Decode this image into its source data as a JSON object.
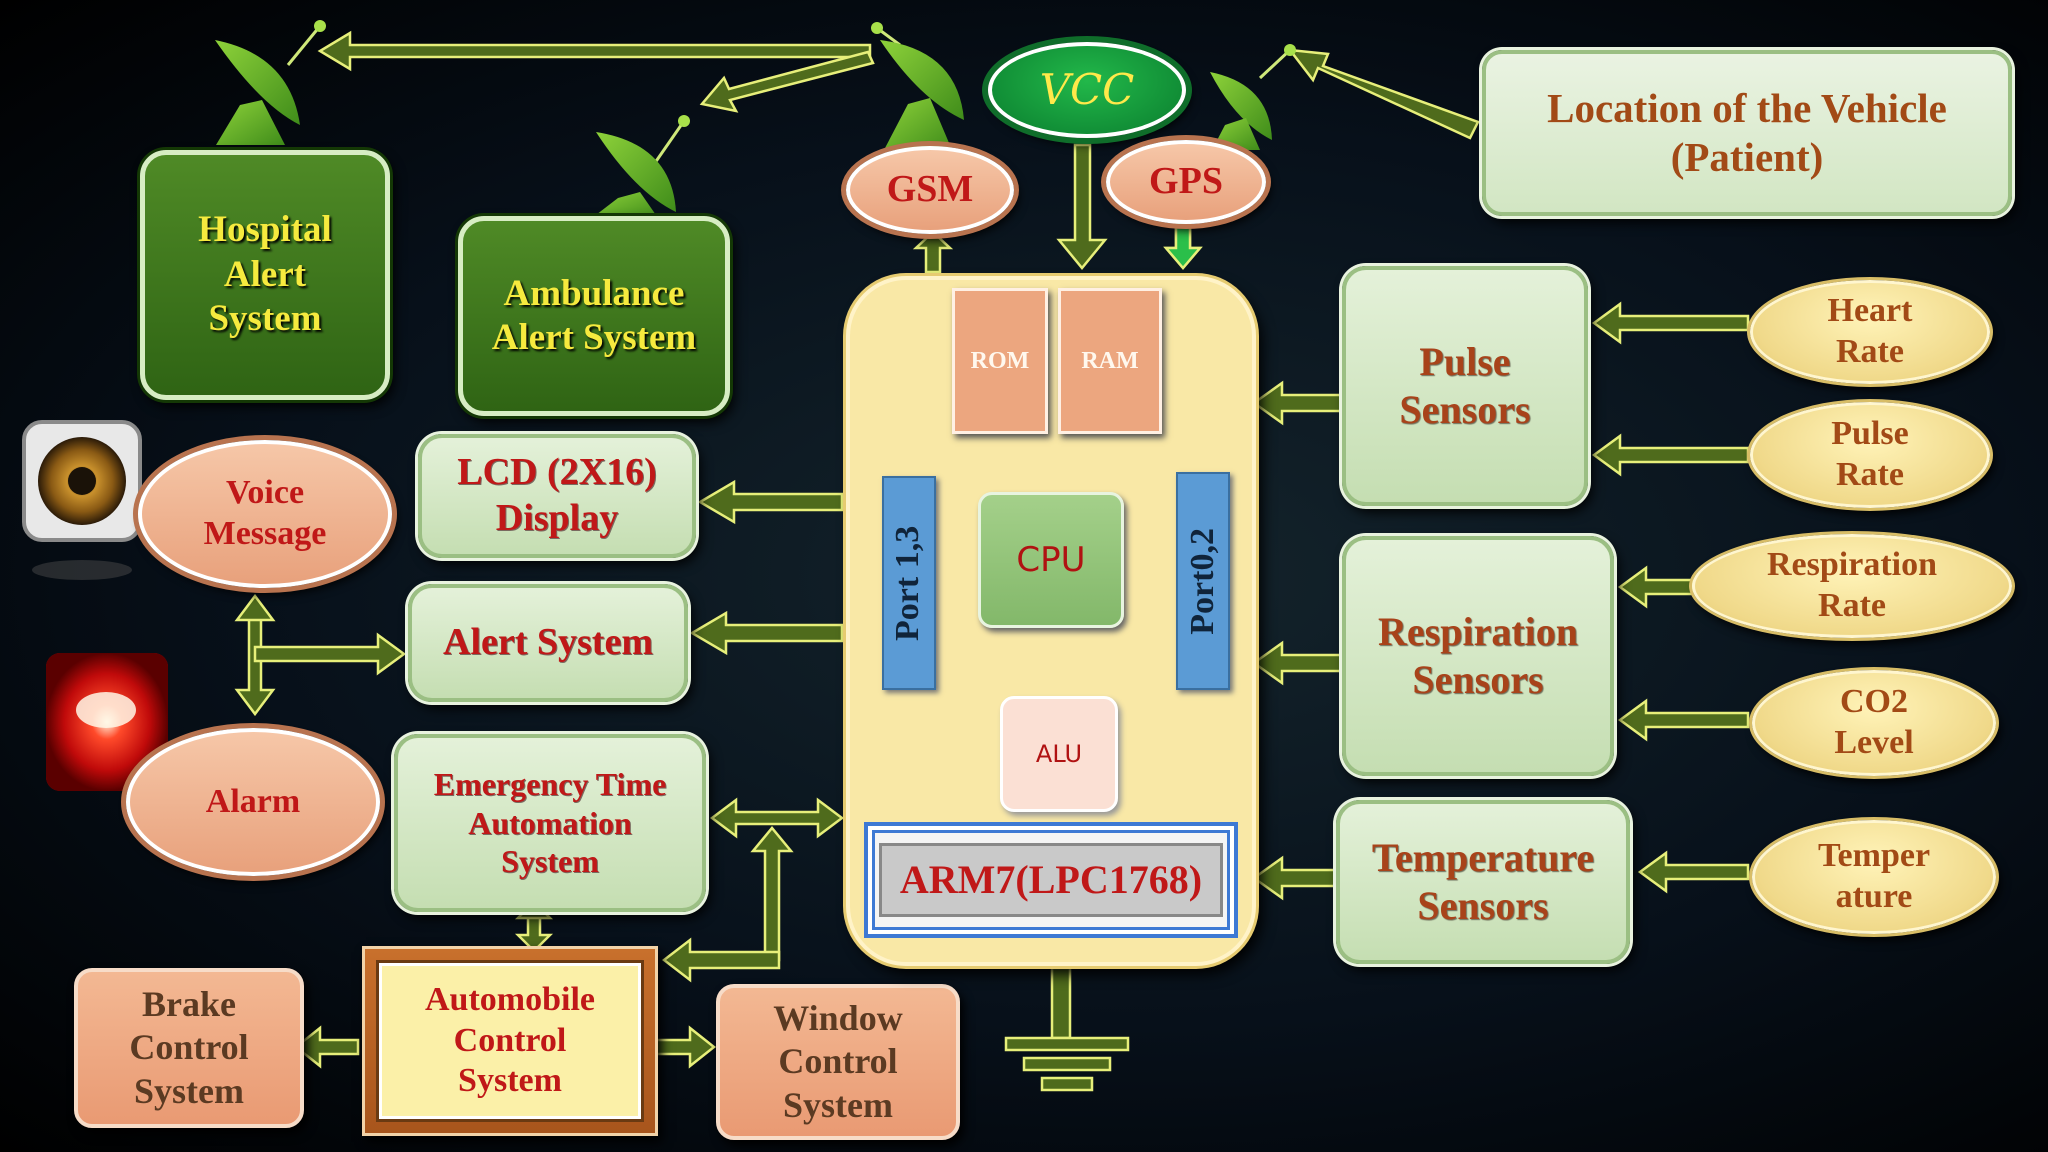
{
  "hospital_alert": "Hospital\nAlert\nSystem",
  "ambulance_alert": "Ambulance\nAlert System",
  "vcc": "VCC",
  "gsm": "GSM",
  "gps": "GPS",
  "location": "Location of the Vehicle\n(Patient)",
  "voice_message": "Voice\nMessage",
  "alarm": "Alarm",
  "lcd": "LCD (2X16)\nDisplay",
  "alert_system": "Alert System",
  "emergency": "Emergency Time\nAutomation\nSystem",
  "automobile": "Automobile\nControl\nSystem",
  "brake": "Brake\nControl\nSystem",
  "window": "Window\nControl\nSystem",
  "mcu": {
    "rom": "ROM",
    "ram": "RAM",
    "cpu": "CPU",
    "alu": "ALU",
    "port13": "Port 1,3",
    "port02": "Port0,2",
    "arm": "ARM7(LPC1768)"
  },
  "pulse_sensors": "Pulse\nSensors",
  "respiration_sensors": "Respiration\nSensors",
  "temperature_sensors": "Temperature\nSensors",
  "heart_rate": "Heart\nRate",
  "pulse_rate": "Pulse\nRate",
  "respiration_rate": "Respiration\nRate",
  "co2_level": "CO2\nLevel",
  "temperature": "Temper\nature",
  "icons": [
    "satellite-dish-icon",
    "speaker-icon",
    "red-siren-icon",
    "ground-icon"
  ],
  "colors": {
    "wire_fill": "#4f6b1c",
    "wire_stroke": "#e7ef7a",
    "dark_green": "#2f6414",
    "label_yellow": "#f6ea3e",
    "label_rust": "#a8431a",
    "label_red": "#c01818"
  }
}
